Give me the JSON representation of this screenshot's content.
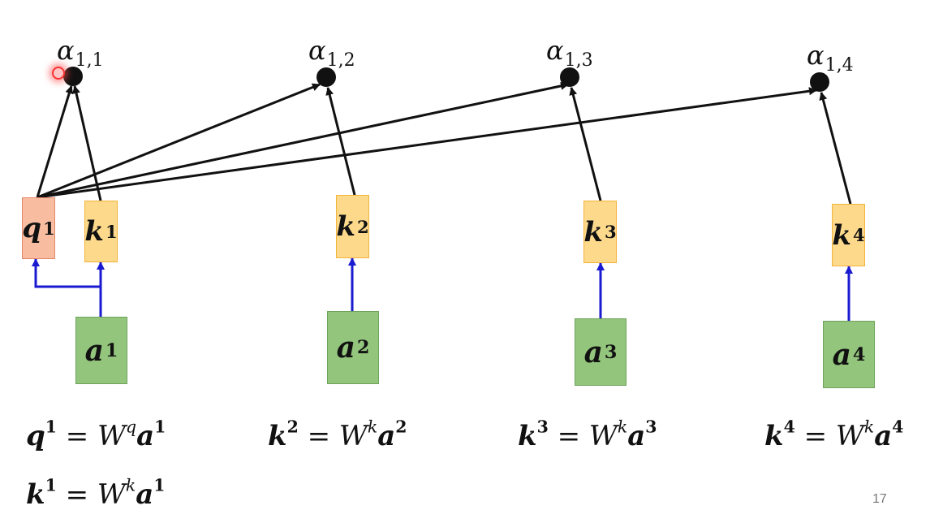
{
  "alphas": [
    {
      "symbol": "α",
      "sub": "1,1"
    },
    {
      "symbol": "α",
      "sub": "1,2"
    },
    {
      "symbol": "α",
      "sub": "1,3"
    },
    {
      "symbol": "α",
      "sub": "1,4"
    }
  ],
  "query": {
    "symbol": "q",
    "sup": "1"
  },
  "keys": [
    {
      "symbol": "k",
      "sup": "1"
    },
    {
      "symbol": "k",
      "sup": "2"
    },
    {
      "symbol": "k",
      "sup": "3"
    },
    {
      "symbol": "k",
      "sup": "4"
    }
  ],
  "inputs": [
    {
      "symbol": "a",
      "sup": "1"
    },
    {
      "symbol": "a",
      "sup": "2"
    },
    {
      "symbol": "a",
      "sup": "3"
    },
    {
      "symbol": "a",
      "sup": "4"
    }
  ],
  "equations": [
    {
      "lhs": "q",
      "lhs_sup": "1",
      "eq": " = ",
      "w": "W",
      "w_sup": "q",
      "rhs": "a",
      "rhs_sup": "1"
    },
    {
      "lhs": "k",
      "lhs_sup": "1",
      "eq": " = ",
      "w": "W",
      "w_sup": "k",
      "rhs": "a",
      "rhs_sup": "1"
    },
    {
      "lhs": "k",
      "lhs_sup": "2",
      "eq": " = ",
      "w": "W",
      "w_sup": "k",
      "rhs": "a",
      "rhs_sup": "2"
    },
    {
      "lhs": "k",
      "lhs_sup": "3",
      "eq": " = ",
      "w": "W",
      "w_sup": "k",
      "rhs": "a",
      "rhs_sup": "3"
    },
    {
      "lhs": "k",
      "lhs_sup": "4",
      "eq": " = ",
      "w": "W",
      "w_sup": "k",
      "rhs": "a",
      "rhs_sup": "4"
    }
  ],
  "page_number": "17",
  "colors": {
    "query_fill": "#f8bda0",
    "key_fill": "#fdd98c",
    "input_fill": "#93c57d",
    "projection_arrow": "#1a1ad0",
    "attention_arrow": "#111111",
    "laser_pointer": "#ff3030"
  }
}
